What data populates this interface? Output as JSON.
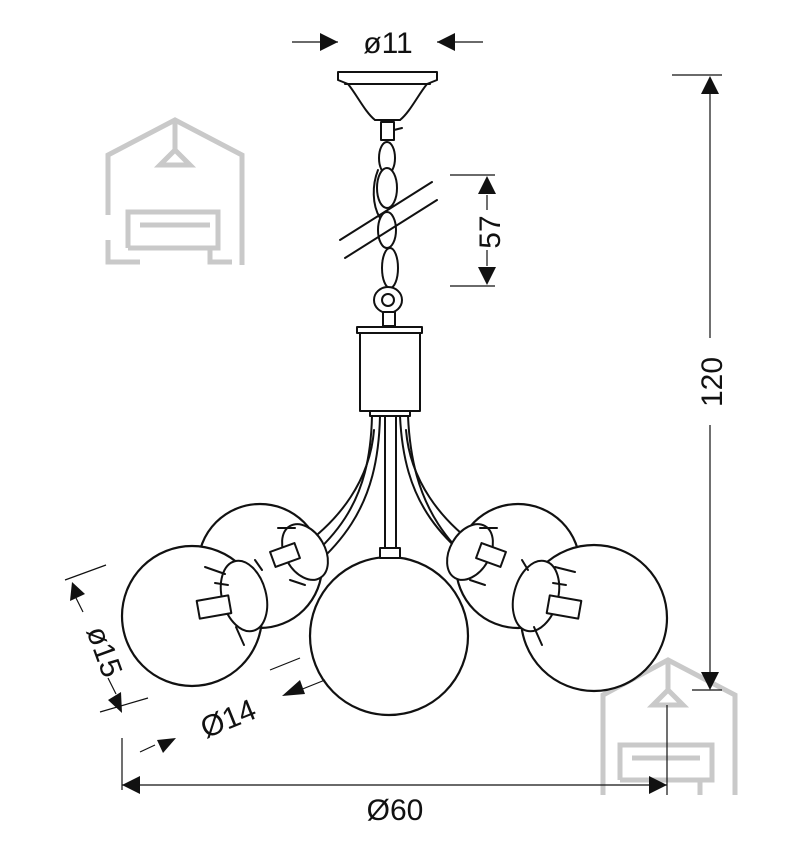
{
  "dimensions": {
    "canopy_diameter": "ø11",
    "chain_length": "57",
    "overall_height": "120",
    "large_globe_diameter": "ø15",
    "small_globe_diameter": "Ø14",
    "overall_diameter": "Ø60"
  },
  "colors": {
    "line": "#111111",
    "watermark": "#c9c9c9",
    "background": "#ffffff"
  },
  "icons": [
    "house-logo-watermark"
  ]
}
